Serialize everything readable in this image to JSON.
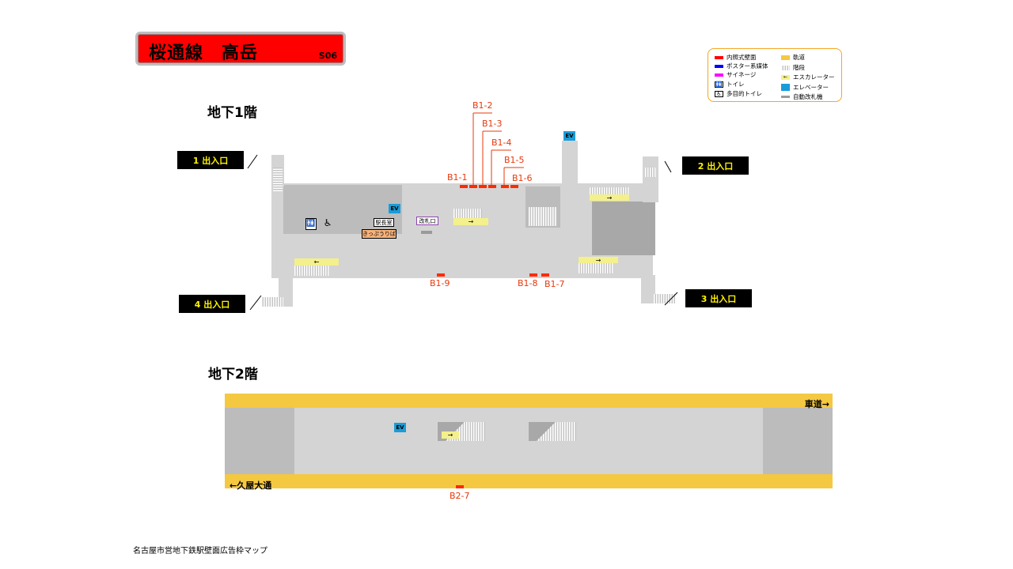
{
  "header": {
    "line_station": "桜通線　高岳",
    "station_code": "S06"
  },
  "legend": {
    "items": [
      {
        "label": "内照式壁面",
        "color": "#ff0000"
      },
      {
        "label": "ポスター系媒体",
        "color": "#0000ff"
      },
      {
        "label": "サイネージ",
        "color": "#ff00ff"
      },
      {
        "label": "トイレ",
        "icon": "toilet-icon"
      },
      {
        "label": "多目的トイレ",
        "icon": "accessible-toilet-icon"
      },
      {
        "label": "軌道",
        "color": "#f5c842"
      },
      {
        "label": "階段",
        "icon": "stairs-icon"
      },
      {
        "label": "エスカレーター",
        "icon": "escalator-icon"
      },
      {
        "label": "エレベーター",
        "icon": "elevator-icon"
      },
      {
        "label": "自動改札機",
        "icon": "ticket-gate-icon"
      }
    ]
  },
  "floors": {
    "b1": {
      "label": "地下1階",
      "exits": [
        "1 出入口",
        "2 出入口",
        "3 出入口",
        "4 出入口"
      ],
      "ads": [
        "B1-1",
        "B1-2",
        "B1-3",
        "B1-4",
        "B1-5",
        "B1-6",
        "B1-7",
        "B1-8",
        "B1-9"
      ],
      "facilities": {
        "ev": "EV",
        "station_office": "駅長室",
        "ticket_gate": "改札口",
        "kippu": "きっぷうりば"
      }
    },
    "b2": {
      "label": "地下2階",
      "ev": "EV",
      "direction_right": "車道→",
      "direction_left": "←久屋大通",
      "ads": [
        "B2-7"
      ]
    }
  },
  "footer": "名古屋市営地下鉄駅壁面広告枠マップ",
  "colors": {
    "accent": "#ff0000",
    "track": "#f5c842",
    "ad": "#ff2a00",
    "ad_text": "#e8380d",
    "elevator": "#1a9cd8"
  }
}
